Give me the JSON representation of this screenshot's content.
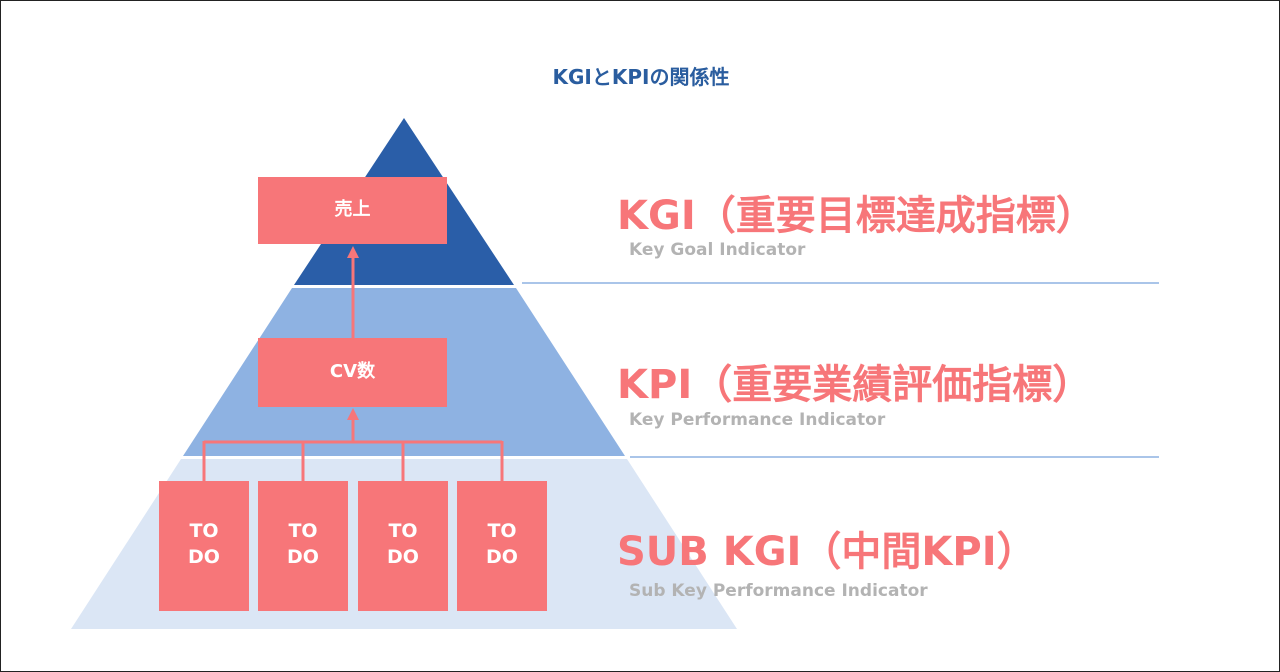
{
  "title": "KGIとKPIの関係性",
  "colors": {
    "kgi_layer": "#2a5ea8",
    "kpi_layer": "#8eb2e2",
    "sub_layer": "#dbe6f5",
    "box": "#f77679",
    "connector": "#f77679",
    "divider": "#8eb2e2",
    "level_title": "#f77679",
    "level_sub": "#b3b3b3"
  },
  "boxes": {
    "sales": "売上",
    "cv": "CV数",
    "todos": [
      "TO\nDO",
      "TO\nDO",
      "TO\nDO",
      "TO\nDO"
    ]
  },
  "levels": [
    {
      "title": "KGI（重要目標達成指標）",
      "subtitle": "Key Goal Indicator"
    },
    {
      "title": "KPI（重要業績評価指標）",
      "subtitle": "Key Performance Indicator"
    },
    {
      "title": "SUB KGI（中間KPI）",
      "subtitle": "Sub Key Performance Indicator"
    }
  ]
}
